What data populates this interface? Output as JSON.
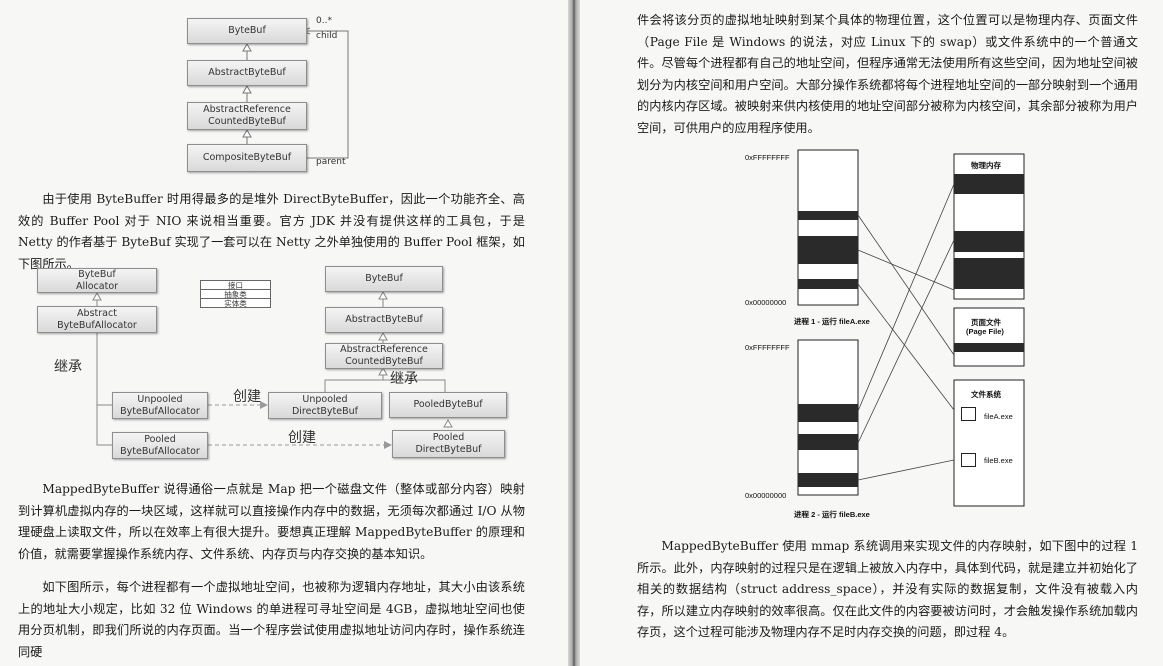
{
  "left_page": {
    "fig1": {
      "boxes": [
        "ByteBuf",
        "AbstractByteBuf",
        "AbstractReference\nCountedByteBuf",
        "CompositeByteBuf"
      ],
      "multiplicity": "0..*",
      "child_label": "child",
      "parent_label": "parent"
    },
    "para1": "由于使用 ByteBuffer 时用得最多的是堆外 DirectByteBuffer，因此一个功能齐全、高效的 Buffer Pool 对于 NIO 来说相当重要。官方 JDK 并没有提供这样的工具包，于是 Netty 的作者基于 ByteBuf 实现了一套可以在 Netty 之外单独使用的 Buffer Pool 框架，如下图所示。",
    "fig2": {
      "bytebuf_allocator": "ByteBuf\nAllocator",
      "abstract_allocator": "Abstract\nByteBufAllocator",
      "unpooled_allocator": "Unpooled\nByteBufAllocator",
      "pooled_allocator": "Pooled\nByteBufAllocator",
      "bytebuf": "ByteBuf",
      "abstract_bytebuf": "AbstractByteBuf",
      "abstract_ref": "AbstractReference\nCountedByteBuf",
      "unpooled_direct": "Unpooled\nDirectByteBuf",
      "pooled_bytebuf": "PooledByteBuf",
      "pooled_direct": "Pooled\nDirectByteBuf",
      "legend": [
        "接口",
        "抽象类",
        "实体类"
      ],
      "inherit_left": "继承",
      "inherit_right": "继承",
      "create_top": "创建",
      "create_bottom": "创建"
    },
    "para2": "MappedByteBuffer 说得通俗一点就是 Map 把一个磁盘文件（整体或部分内容）映射到计算机虚拟内存的一块区域，这样就可以直接操作内存中的数据，无须每次都通过 I/O 从物理硬盘上读取文件，所以在效率上有很大提升。要想真正理解 MappedByteBuffer 的原理和价值，就需要掌握操作系统内存、文件系统、内存页与内存交换的基本知识。",
    "para3": "如下图所示，每个进程都有一个虚拟地址空间，也被称为逻辑内存地址，其大小由该系统上的地址大小规定，比如 32 位 Windows 的单进程可寻址空间是 4GB，虚拟地址空间也使用分页机制，即我们所说的内存页面。当一个程序尝试使用虚拟地址访问内存时，操作系统连同硬"
  },
  "right_page": {
    "para1": "件会将该分页的虚拟地址映射到某个具体的物理位置，这个位置可以是物理内存、页面文件（Page File 是 Windows 的说法，对应 Linux 下的 swap）或文件系统中的一个普通文件。尽管每个进程都有自己的地址空间，但程序通常无法使用所有这些空间，因为地址空间被划分为内核空间和用户空间。大部分操作系统都将每个进程地址空间的一部分映射到一个通用的内核内存区域。被映射来供内核使用的地址空间部分被称为内核空间，其余部分被称为用户空间，可供用户的应用程序使用。",
    "fig3": {
      "addr_top_1": "0xFFFFFFFF",
      "addr_bottom_1": "0x00000000",
      "process1": "进程 1 -   运行 fileA.exe",
      "addr_top_2": "0xFFFFFFFF",
      "addr_bottom_2": "0x00000000",
      "process2": "进程 2 -   运行 fileB.exe",
      "physical_memory": "物理内存",
      "page_file_cn": "页面文件",
      "page_file_en": "(Page File)",
      "file_system": "文件系统",
      "fileA": "fileA.exe",
      "fileB": "fileB.exe"
    },
    "para2": "MappedByteBuffer 使用 mmap 系统调用来实现文件的内存映射，如下图中的过程 1 所示。此外，内存映射的过程只是在逻辑上被放入内存中，具体到代码，就是建立并初始化了相关的数据结构（struct address_space），并没有实际的数据复制，文件没有被载入内存，所以建立内存映射的效率很高。仅在此文件的内容要被访问时，才会触发操作系统加载内存页，这个过程可能涉及物理内存不足时内存交换的问题，即过程 4。"
  }
}
